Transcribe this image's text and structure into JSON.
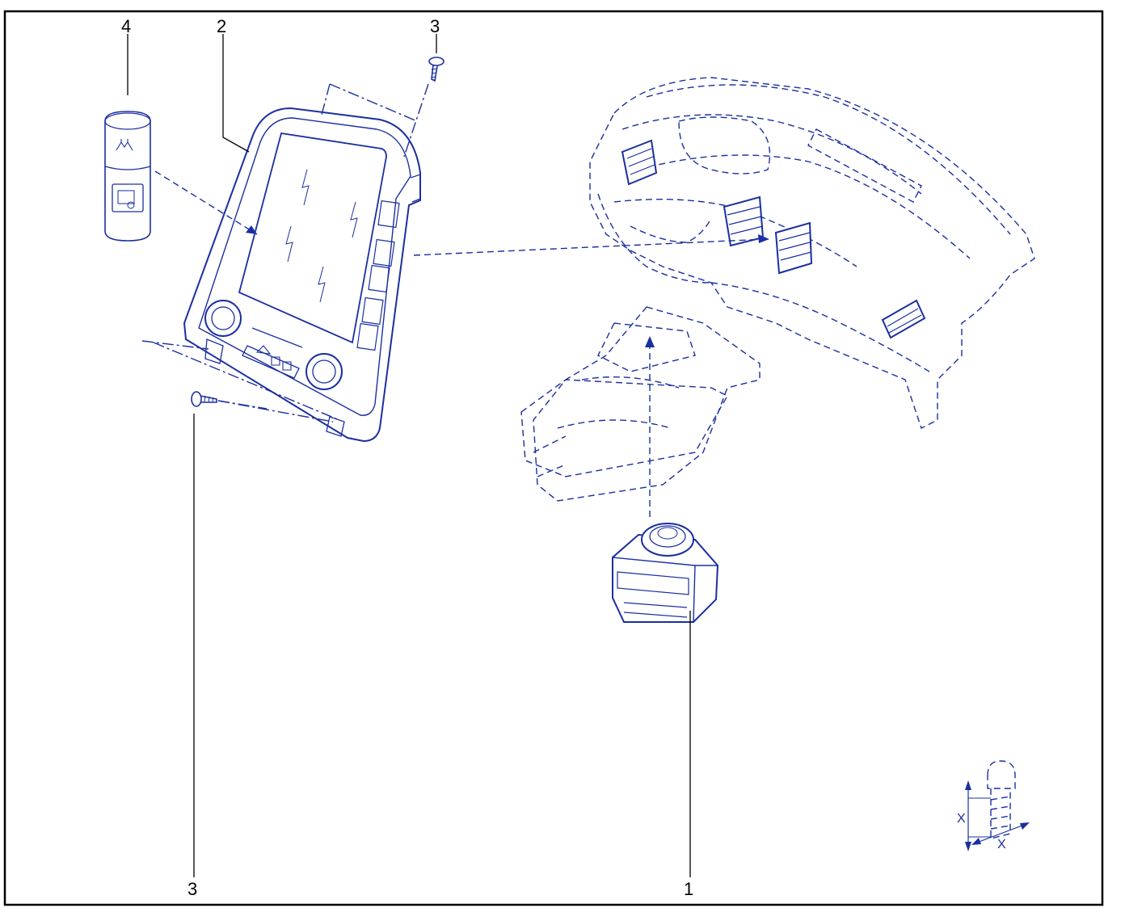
{
  "callouts": {
    "c1": "1",
    "c2": "2",
    "c3_top": "3",
    "c3_bottom": "3",
    "c4": "4"
  },
  "bolt_detail": {
    "dim_vertical": "X",
    "dim_horizontal": "X"
  },
  "colors": {
    "line": "#1a2fa0",
    "frame": "#000000",
    "background": "#ffffff"
  }
}
